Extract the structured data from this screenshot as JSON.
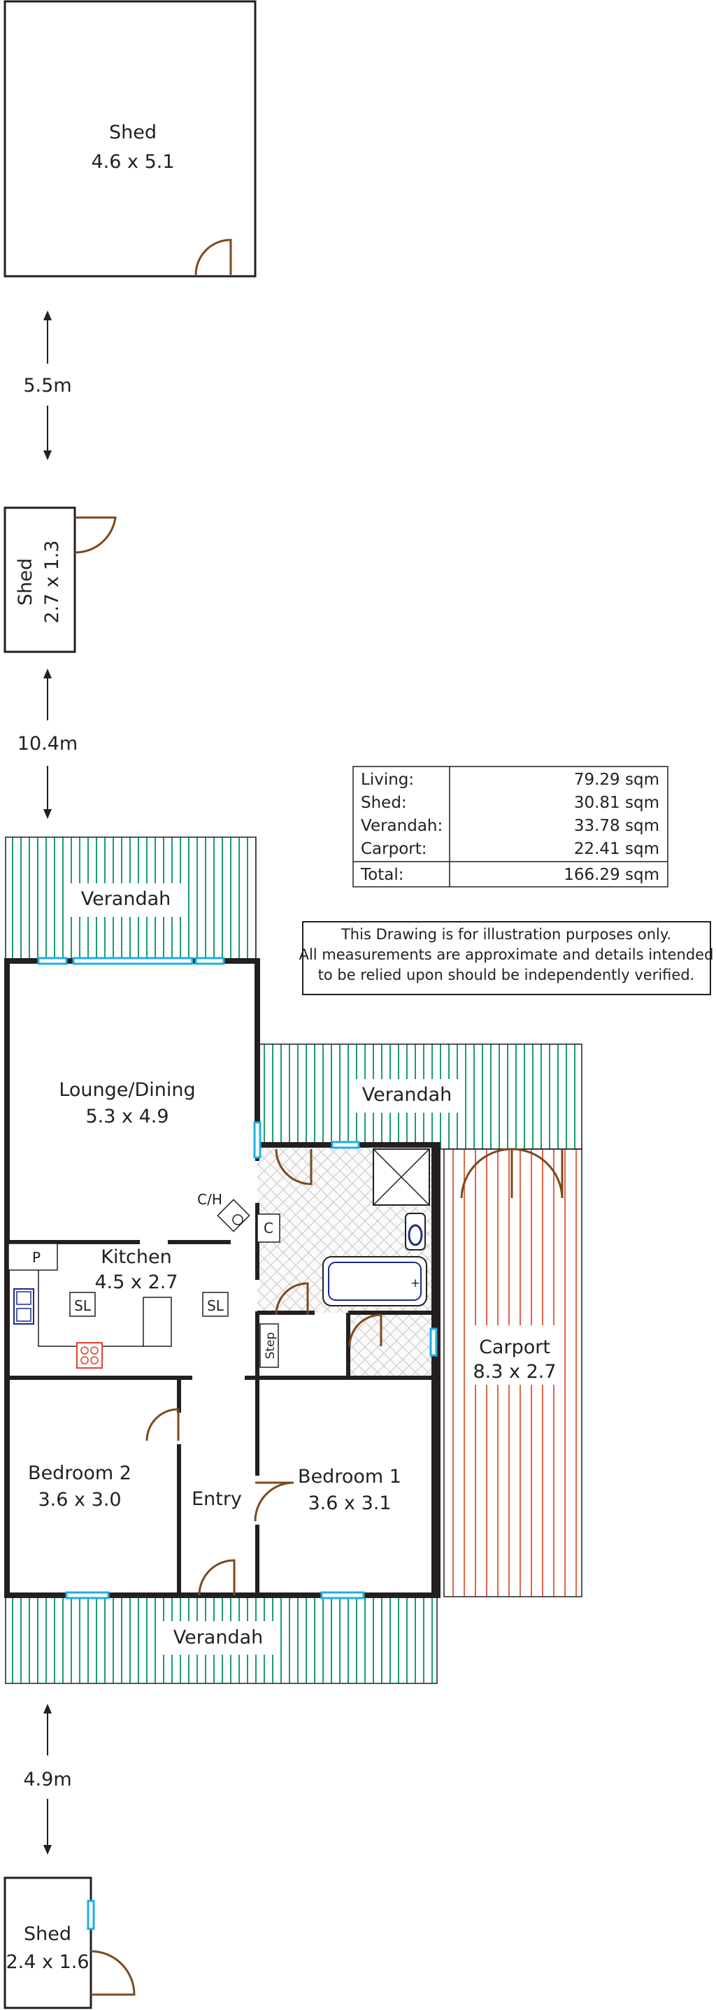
{
  "rooms": {
    "shed_a": {
      "name": "Shed",
      "dims": "4.6 x 5.1"
    },
    "shed_b": {
      "name": "Shed",
      "dims": "2.7 x 1.3"
    },
    "shed_c": {
      "name": "Shed",
      "dims": "2.4 x 1.6"
    },
    "verandah_top": {
      "name": "Verandah"
    },
    "verandah_mid": {
      "name": "Verandah"
    },
    "verandah_bottom": {
      "name": "Verandah"
    },
    "lounge": {
      "name": "Lounge/Dining",
      "dims": "5.3 x 4.9"
    },
    "kitchen": {
      "name": "Kitchen",
      "dims": "4.5 x 2.7"
    },
    "carport": {
      "name": "Carport",
      "dims": "8.3 x 2.7"
    },
    "bedroom1": {
      "name": "Bedroom 1",
      "dims": "3.6 x 3.1"
    },
    "bedroom2": {
      "name": "Bedroom 2",
      "dims": "3.6 x 3.0"
    },
    "entry": {
      "name": "Entry"
    }
  },
  "fixtures": {
    "ch": "C/H",
    "c": "C",
    "p": "P",
    "sl1": "SL",
    "sl2": "SL",
    "step": "Step"
  },
  "distances": {
    "d1": "5.5m",
    "d2": "10.4m",
    "d3": "4.9m"
  },
  "area_table": {
    "rows": [
      {
        "label": "Living:",
        "value": "79.29 sqm"
      },
      {
        "label": "Shed:",
        "value": "30.81 sqm"
      },
      {
        "label": "Verandah:",
        "value": "33.78 sqm"
      },
      {
        "label": "Carport:",
        "value": "22.41 sqm"
      }
    ],
    "total": {
      "label": "Total:",
      "value": "166.29 sqm"
    }
  },
  "disclaimer": {
    "line1": "This Drawing is for illustration purposes only.",
    "line2": "All measurements are approximate and details intended",
    "line3": "to be relied upon should be independently verified."
  },
  "colors": {
    "wall": "#231f20",
    "verandah": "#1b9e6e",
    "carport": "#e0664a",
    "window": "#1eaee5",
    "door": "#7a4a1e"
  }
}
